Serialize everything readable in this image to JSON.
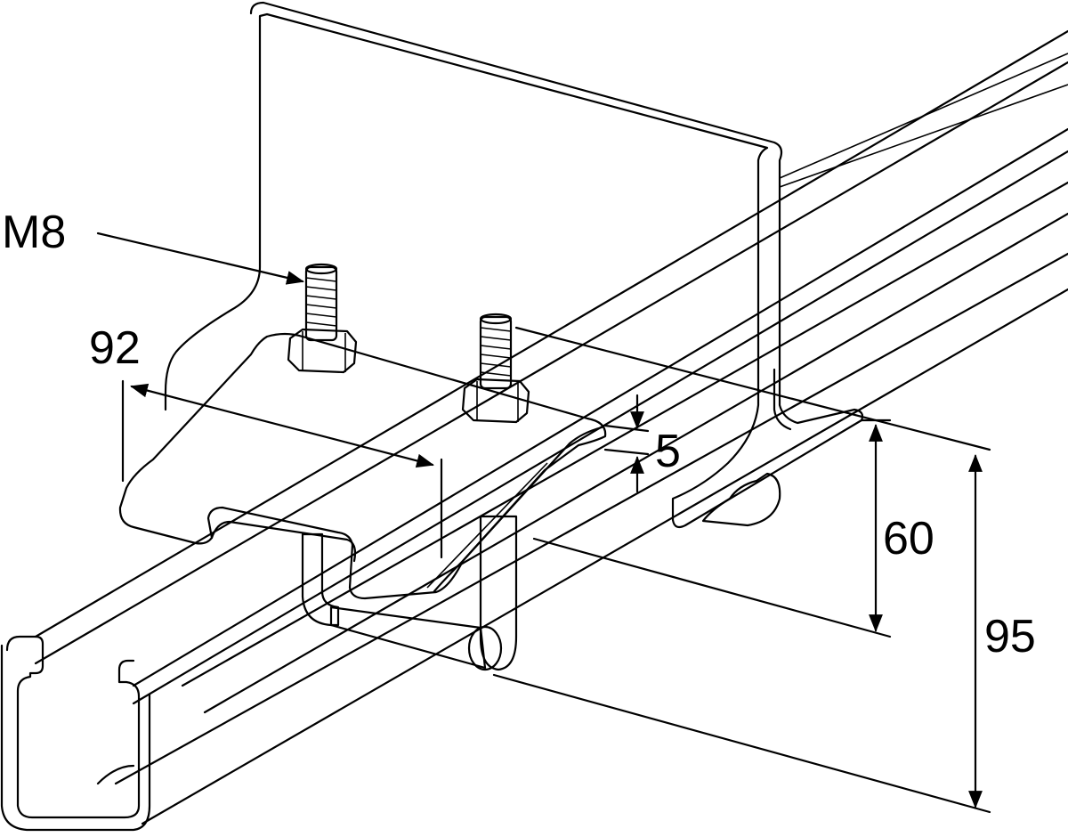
{
  "dimensions": {
    "thread": "M8",
    "width": "92",
    "thickness": "5",
    "height_inner": "60",
    "height_total": "95"
  },
  "colors": {
    "steel_light": "#e6e6e6",
    "steel_mid": "#b9b9b9",
    "steel_dark": "#7c7c7c",
    "line": "#000000",
    "background": "#ffffff"
  }
}
